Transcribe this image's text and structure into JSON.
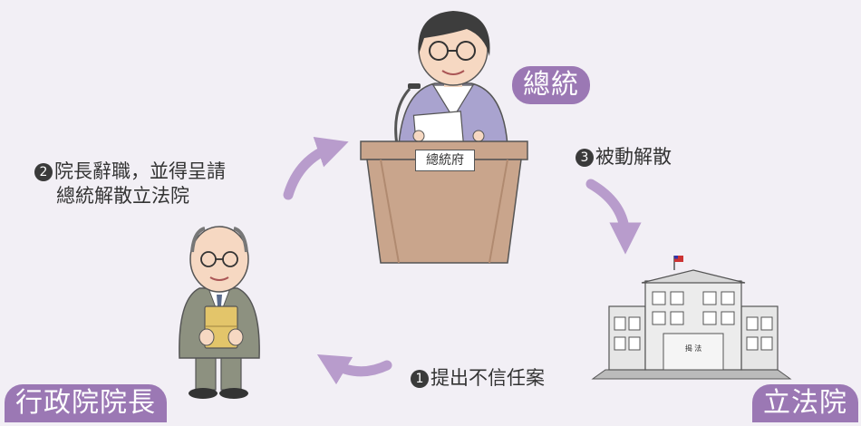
{
  "labels": {
    "president": "總統",
    "premier": "行政院院長",
    "legislature": "立法院"
  },
  "podium_sign": "總統府",
  "building_sign": "揭 法",
  "steps": [
    {
      "num": "1",
      "text": "提出不信任案"
    },
    {
      "num": "2",
      "line1": "院長辭職，並得呈請",
      "line2": "總統解散立法院"
    },
    {
      "num": "3",
      "text": "被動解散"
    }
  ],
  "colors": {
    "background": "#f2eff5",
    "label_bg": "#9b78b4",
    "arrow": "#b89ccc",
    "podium": "#c9a58c",
    "suit": "#8d9180",
    "jacket_president": "#a9a3cf",
    "building": "#e6e6e6"
  },
  "icons": [
    "president-figure",
    "podium",
    "microphone",
    "premier-figure",
    "envelope",
    "legislative-building",
    "flag",
    "curved-arrow"
  ]
}
